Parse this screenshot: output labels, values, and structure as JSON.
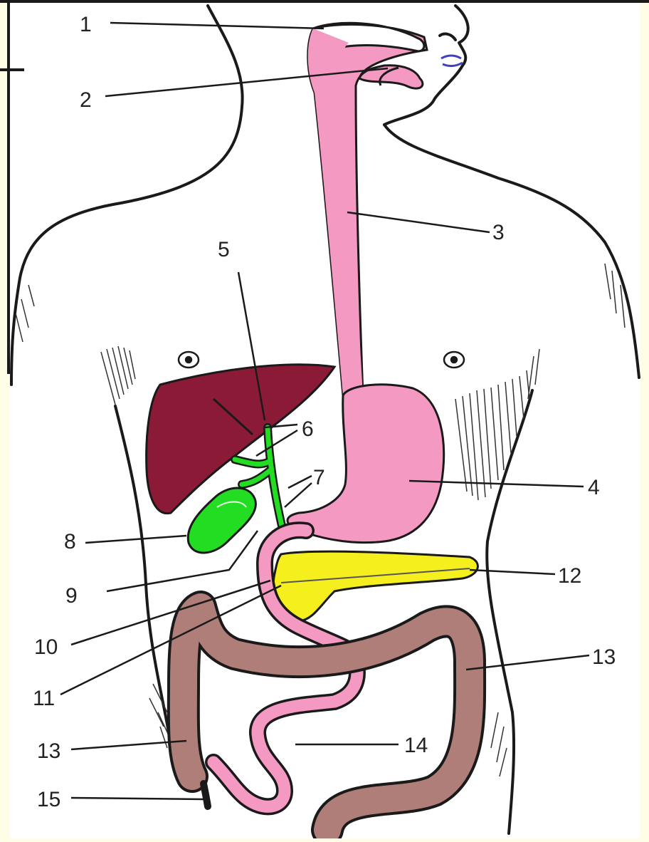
{
  "colors": {
    "background": "#fffde6",
    "canvas": "#ffffff",
    "outline": "#1a1a1a",
    "pink": "#f49ac2",
    "liver": "#8b1a36",
    "gallbladder": "#22dd22",
    "pancreas": "#f5ef1e",
    "colon": "#b07e78"
  },
  "labels": {
    "l1": "1",
    "l2": "2",
    "l3": "3",
    "l4": "4",
    "l5": "5",
    "l6": "6",
    "l7": "7",
    "l8": "8",
    "l9": "9",
    "l10": "10",
    "l11": "11",
    "l12": "12",
    "l13a": "13",
    "l13b": "13",
    "l14": "14",
    "l15": "15"
  }
}
